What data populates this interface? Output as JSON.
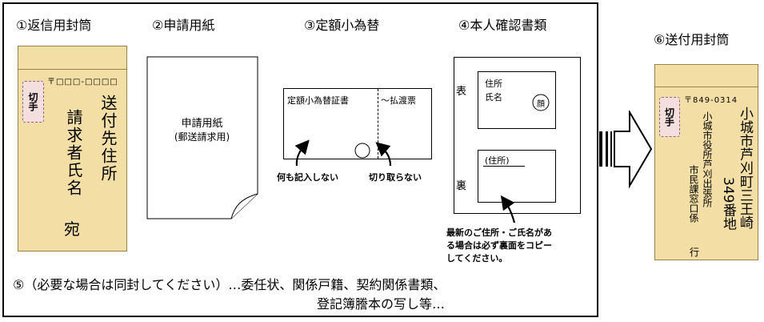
{
  "items": {
    "item1": {
      "title": "①返信用封筒"
    },
    "item2": {
      "title": "②申請用紙"
    },
    "item3": {
      "title": "③定額小為替"
    },
    "item4": {
      "title": "④本人確認書類"
    },
    "item6": {
      "title": "⑥送付用封筒"
    }
  },
  "return_envelope": {
    "postal": "〒□□□-□□□□",
    "stamp": "切手",
    "address": "送付先住所",
    "name": "請求者氏名",
    "honorific": "宛"
  },
  "form": {
    "line1": "申請用紙",
    "line2": "(郵送請求用)"
  },
  "money_order": {
    "certificate": "定額小為替証書",
    "receipt": "〜払渡票",
    "note_left": "何も記入しない",
    "note_right": "切り取らない"
  },
  "id_doc": {
    "front": "表",
    "back": "裏",
    "address": "住所",
    "name": "氏名",
    "face": "顔",
    "back_address": "(住所)",
    "note": [
      "最新のご住所・ご氏名があ",
      "る場合は必ず裏面をコピー",
      "してください。"
    ]
  },
  "item5": {
    "line1": "⑤（必要な場合は同封してください）…委任状、関係戸籍、契約関係書類、",
    "line2": "登記簿謄本の写し等…"
  },
  "send_envelope": {
    "postal": "〒849-0314",
    "stamp": "切手",
    "addr1": "小城市芦刈町三王崎",
    "addr2": "349番地",
    "office1": "小城市役所芦刈出張所",
    "office2": "市民課窓口係",
    "honorific": "行"
  }
}
